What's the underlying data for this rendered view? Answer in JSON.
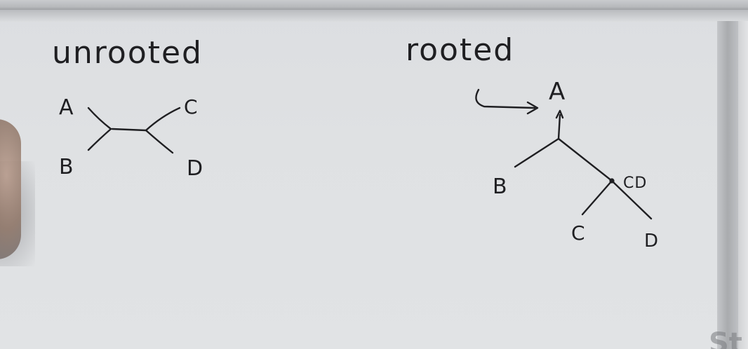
{
  "board": {
    "background": "#dfe1e3",
    "ink_color": "#1f1f22"
  },
  "unrooted": {
    "heading": "unrooted",
    "leaves": {
      "a": "A",
      "b": "B",
      "c": "C",
      "d": "D"
    }
  },
  "rooted": {
    "heading": "rooted",
    "leaves": {
      "a": "A",
      "b": "B",
      "c": "C",
      "d": "D"
    },
    "internal_node_label": "CD",
    "root_arrow_icon": "arrow-right-icon"
  },
  "corner_mark": "St"
}
